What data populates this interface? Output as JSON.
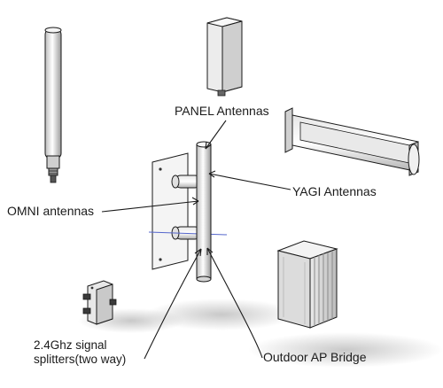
{
  "labels": {
    "panel": "PANEL Antennas",
    "yagi": "YAGI Antennas",
    "omni": "OMNI antennas",
    "splitter_line1": "2.4Ghz signal",
    "splitter_line2": "splitters(two way)",
    "bridge": "Outdoor AP Bridge"
  },
  "colors": {
    "line": "#1a1a1a",
    "metal_light": "#f2f2f2",
    "metal_mid": "#d9d9d9",
    "metal_dark": "#a8a8a8",
    "shadow": "#c8c8c8",
    "accent_blue": "#5566cc"
  }
}
